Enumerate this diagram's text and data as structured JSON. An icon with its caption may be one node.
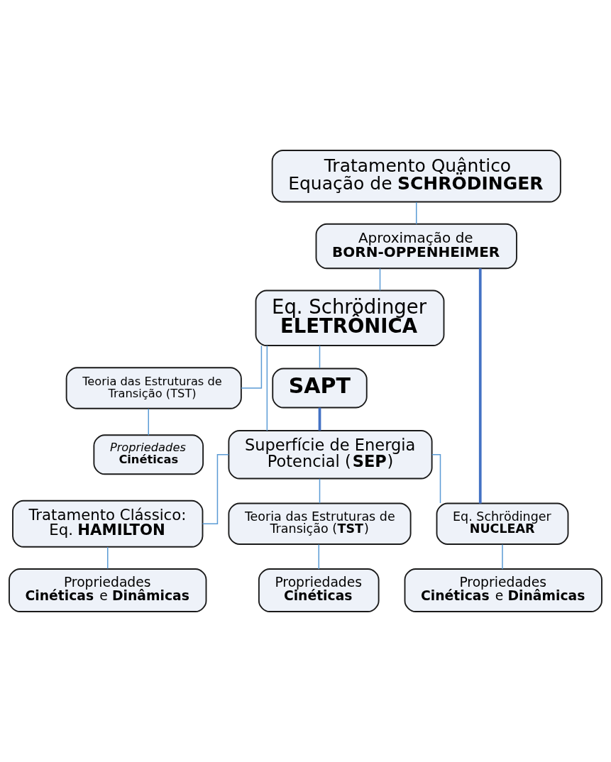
{
  "diagram": {
    "nodes": [
      {
        "text": [
          "Tratamento Quântico",
          "Equação de **SCHRÖDINGER**"
        ]
      },
      {
        "text": [
          "Aproximação de",
          "BORN-OPPENHEIMER"
        ]
      },
      {
        "text": [
          "Eq. Schrödinger",
          "ELETRÔNICA"
        ]
      },
      {
        "text": [
          "Teoria das Estruturas de Transição (TST)"
        ]
      },
      {
        "text": [
          "Propriedades",
          "Cinéticas"
        ]
      },
      {
        "text": [
          "SAPT"
        ]
      },
      {
        "text": [
          "Superfície de Energia Potencial (**SEP**)"
        ]
      },
      {
        "text": [
          "Tratamento Clássico:",
          "Eq. **HAMILTON**"
        ]
      },
      {
        "text": [
          "Teoria das Estruturas de Transição (**TST**)"
        ]
      },
      {
        "text": [
          "Eq. Schrödinger",
          "NUCLEAR"
        ]
      },
      {
        "text": [
          "Propriedades",
          "**Cinéticas** e **Dinâmicas**"
        ]
      },
      {
        "text": [
          "Propriedades",
          "Cinéticas"
        ]
      },
      {
        "text": [
          "Propriedades",
          "**Cinéticas** e **Dinâmicas**"
        ]
      }
    ],
    "edges": [
      {
        "from": 0,
        "to": 1,
        "arrow": "none"
      },
      {
        "from": 1,
        "to": 2,
        "arrow": "none"
      },
      {
        "from": 1,
        "to": 9,
        "arrow": "none",
        "style": "thick",
        "color": "#4472c4"
      },
      {
        "from": 2,
        "to": 3,
        "arrow": "none"
      },
      {
        "from": 2,
        "to": 5,
        "arrow": "none"
      },
      {
        "from": 2,
        "to": 6,
        "arrow": "none"
      },
      {
        "from": 3,
        "to": 4,
        "arrow": "none"
      },
      {
        "from": 5,
        "to": 6,
        "arrow": "none",
        "style": "thick",
        "color": "#4472c4"
      },
      {
        "from": 6,
        "to": 7,
        "arrow": "none"
      },
      {
        "from": 6,
        "to": 8,
        "arrow": "none"
      },
      {
        "from": 6,
        "to": 9,
        "arrow": "none"
      },
      {
        "from": 7,
        "to": 10,
        "arrow": "none"
      },
      {
        "from": 8,
        "to": 11,
        "arrow": "none"
      },
      {
        "from": 9,
        "to": 12,
        "arrow": "none"
      }
    ]
  }
}
